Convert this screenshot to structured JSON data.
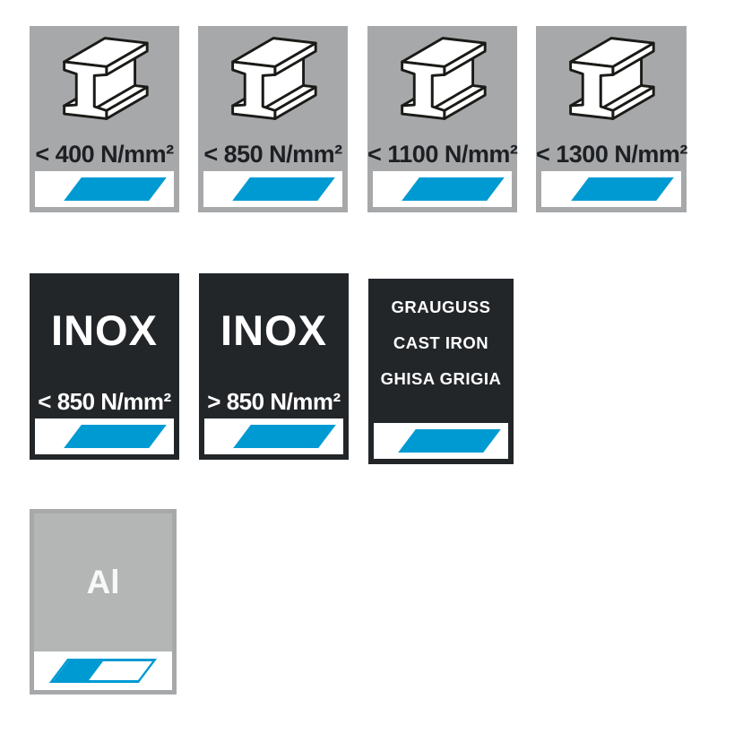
{
  "colors": {
    "accent_blue": "#009ad3",
    "tile_gray": "#a7a8aa",
    "tile_gray_light": "#b4b6b5",
    "tile_dark": "#232629",
    "label_dark": "#1d2023"
  },
  "icons": {
    "steel_beam": "i-beam-3d-icon",
    "marker_full": "blue-parallelogram-icon",
    "marker_half": "half-filled-parallelogram-icon"
  },
  "steel_tiles": [
    {
      "label": "< 400 N/mm²"
    },
    {
      "label": "< 850 N/mm²"
    },
    {
      "label": "< 1100 N/mm²"
    },
    {
      "label": "< 1300 N/mm²"
    }
  ],
  "inox_tiles": [
    {
      "title": "INOX",
      "label": "< 850 N/mm²"
    },
    {
      "title": "INOX",
      "label": "> 850 N/mm²"
    }
  ],
  "cast_iron_tile": {
    "lines": [
      "GRAUGUSS",
      "CAST IRON",
      "GHISA GRIGIA"
    ]
  },
  "aluminium_tile": {
    "label": "Al"
  }
}
